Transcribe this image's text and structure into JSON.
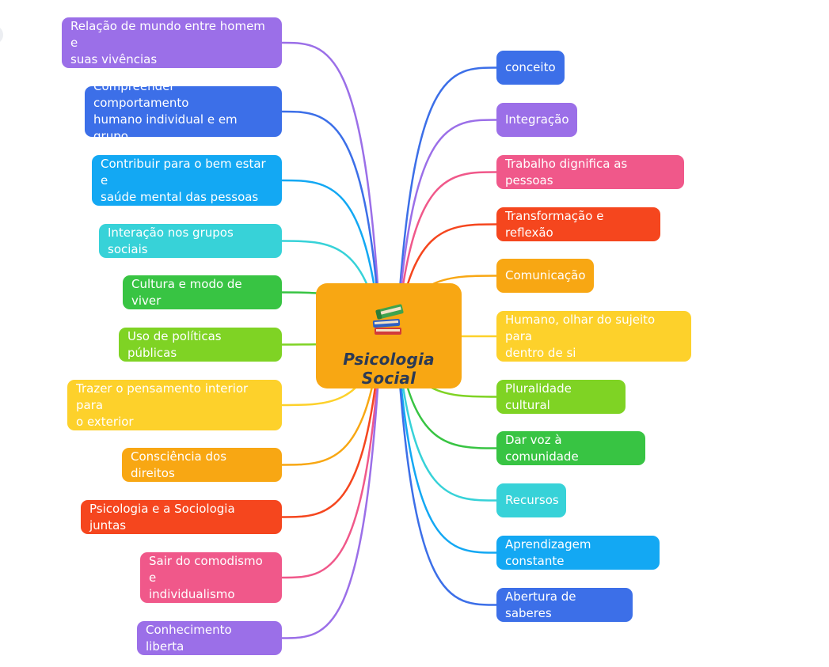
{
  "mindmap": {
    "central": {
      "title": "Psicologia Social",
      "icon": "books-icon",
      "color": "#f8a713"
    },
    "left": [
      {
        "label": "Relação de mundo entre homem e\nsuas vivências",
        "color": "#9b6fe8"
      },
      {
        "label": "Compreender comportamento\nhumano individual e em grupo",
        "color": "#3c6fe8"
      },
      {
        "label": "Contribuir para o bem estar e\nsaúde mental das pessoas",
        "color": "#13a8f3"
      },
      {
        "label": "Interação nos grupos sociais",
        "color": "#37d2d8"
      },
      {
        "label": "Cultura e modo de viver",
        "color": "#38c443"
      },
      {
        "label": "Uso de políticas públicas",
        "color": "#7fd324"
      },
      {
        "label": "Trazer o pensamento interior para\no exterior",
        "color": "#fdd12b"
      },
      {
        "label": "Consciência dos direitos",
        "color": "#f8a713"
      },
      {
        "label": "Psicologia e a Sociologia juntas",
        "color": "#f5461e"
      },
      {
        "label": "Sair do comodismo e\nindividualismo",
        "color": "#f0588a"
      },
      {
        "label": "Conhecimento liberta",
        "color": "#9b6fe8"
      }
    ],
    "right": [
      {
        "label": "conceito",
        "color": "#3c6fe8"
      },
      {
        "label": "Integração",
        "color": "#9b6fe8"
      },
      {
        "label": "Trabalho dignifica as pessoas",
        "color": "#f0588a"
      },
      {
        "label": "Transformação e reflexão",
        "color": "#f5461e"
      },
      {
        "label": "Comunicação",
        "color": "#f8a713"
      },
      {
        "label": "Humano, olhar do sujeito para\ndentro de si",
        "color": "#fdd12b"
      },
      {
        "label": "Pluralidade cultural",
        "color": "#7fd324"
      },
      {
        "label": "Dar voz à comunidade",
        "color": "#38c443"
      },
      {
        "label": "Recursos",
        "color": "#37d2d8"
      },
      {
        "label": "Aprendizagem constante",
        "color": "#13a8f3"
      },
      {
        "label": "Abertura de saberes",
        "color": "#3c6fe8"
      }
    ]
  }
}
